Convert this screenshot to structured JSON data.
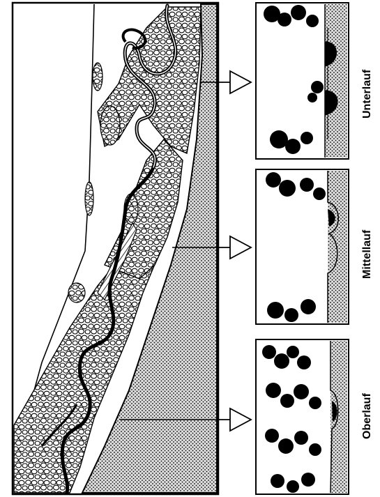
{
  "figure": {
    "stages": [
      {
        "key": "oberlauf",
        "label": "Oberlauf"
      },
      {
        "key": "mittellauf",
        "label": "Mittellauf"
      },
      {
        "key": "unterlauf",
        "label": "Unterlauf"
      }
    ]
  },
  "colors": {
    "ink": "#000000",
    "paper": "#ffffff",
    "stipple_bg": "#dcdcdc"
  }
}
